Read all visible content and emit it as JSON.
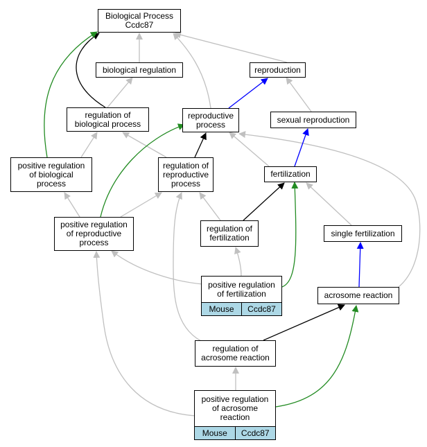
{
  "colors": {
    "is_a": "#c0c0c0",
    "part_of": "#0000ff",
    "positively_regulates": "#228b22",
    "regulates": "#000000",
    "annotation_tag": "#add8e6"
  },
  "nodes": {
    "bp": "Biological Process\nCcdc87",
    "biological_regulation": "biological regulation",
    "reproduction": "reproduction",
    "regulation_of_biological_process": "regulation of\nbiological process",
    "reproductive_process": "reproductive\nprocess",
    "sexual_reproduction": "sexual reproduction",
    "positive_regulation_of_biological_process": "positive regulation\nof biological\nprocess",
    "regulation_of_reproductive_process": "regulation of\nreproductive\nprocess",
    "fertilization": "fertilization",
    "positive_regulation_of_reproductive_process": "positive regulation\nof reproductive\nprocess",
    "regulation_of_fertilization": "regulation of\nfertilization",
    "single_fertilization": "single fertilization",
    "positive_regulation_of_fertilization": {
      "label": "positive regulation\nof fertilization",
      "organism": "Mouse",
      "gene": "Ccdc87"
    },
    "acrosome_reaction": "acrosome reaction",
    "regulation_of_acrosome_reaction": "regulation of\nacrosome reaction",
    "positive_regulation_of_acrosome_reaction": {
      "label": "positive regulation\nof acrosome\nreaction",
      "organism": "Mouse",
      "gene": "Ccdc87"
    }
  }
}
